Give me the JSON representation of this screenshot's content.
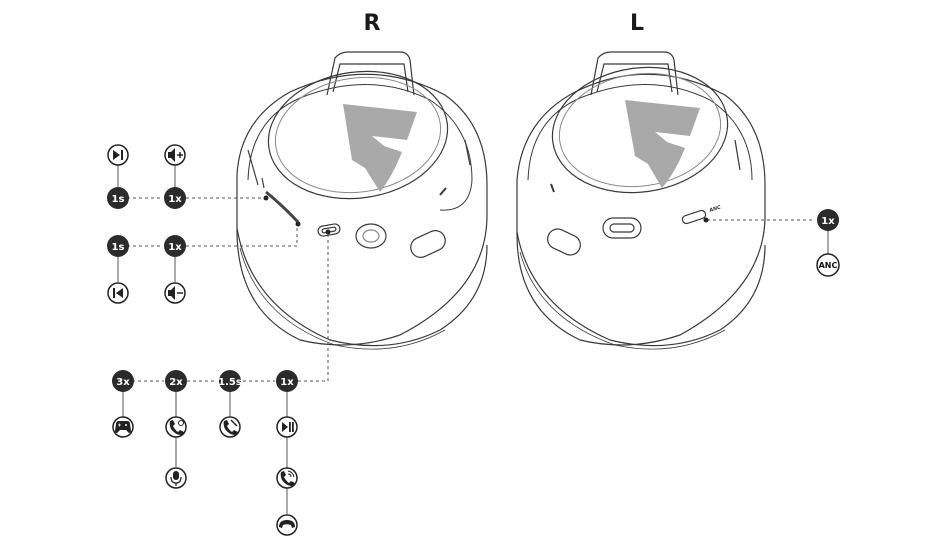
{
  "labels": {
    "right": "R",
    "left": "L"
  },
  "earcup_text": {
    "anc": "ANC"
  },
  "badges": {
    "play_pause_press": "1s",
    "vol_up_press": "1x",
    "prev_press": "1s",
    "vol_down_press": "1x",
    "anc_press": "1x",
    "triple_press": "3x",
    "double_press": "2x",
    "long_press": "1.5s",
    "single_press": "1x"
  },
  "icon_text": {
    "anc": "ANC"
  },
  "colors": {
    "badge": "#2b2b2b",
    "line": "#555555",
    "logo": "#a9a9a9",
    "outline": "#3a3a3a"
  }
}
